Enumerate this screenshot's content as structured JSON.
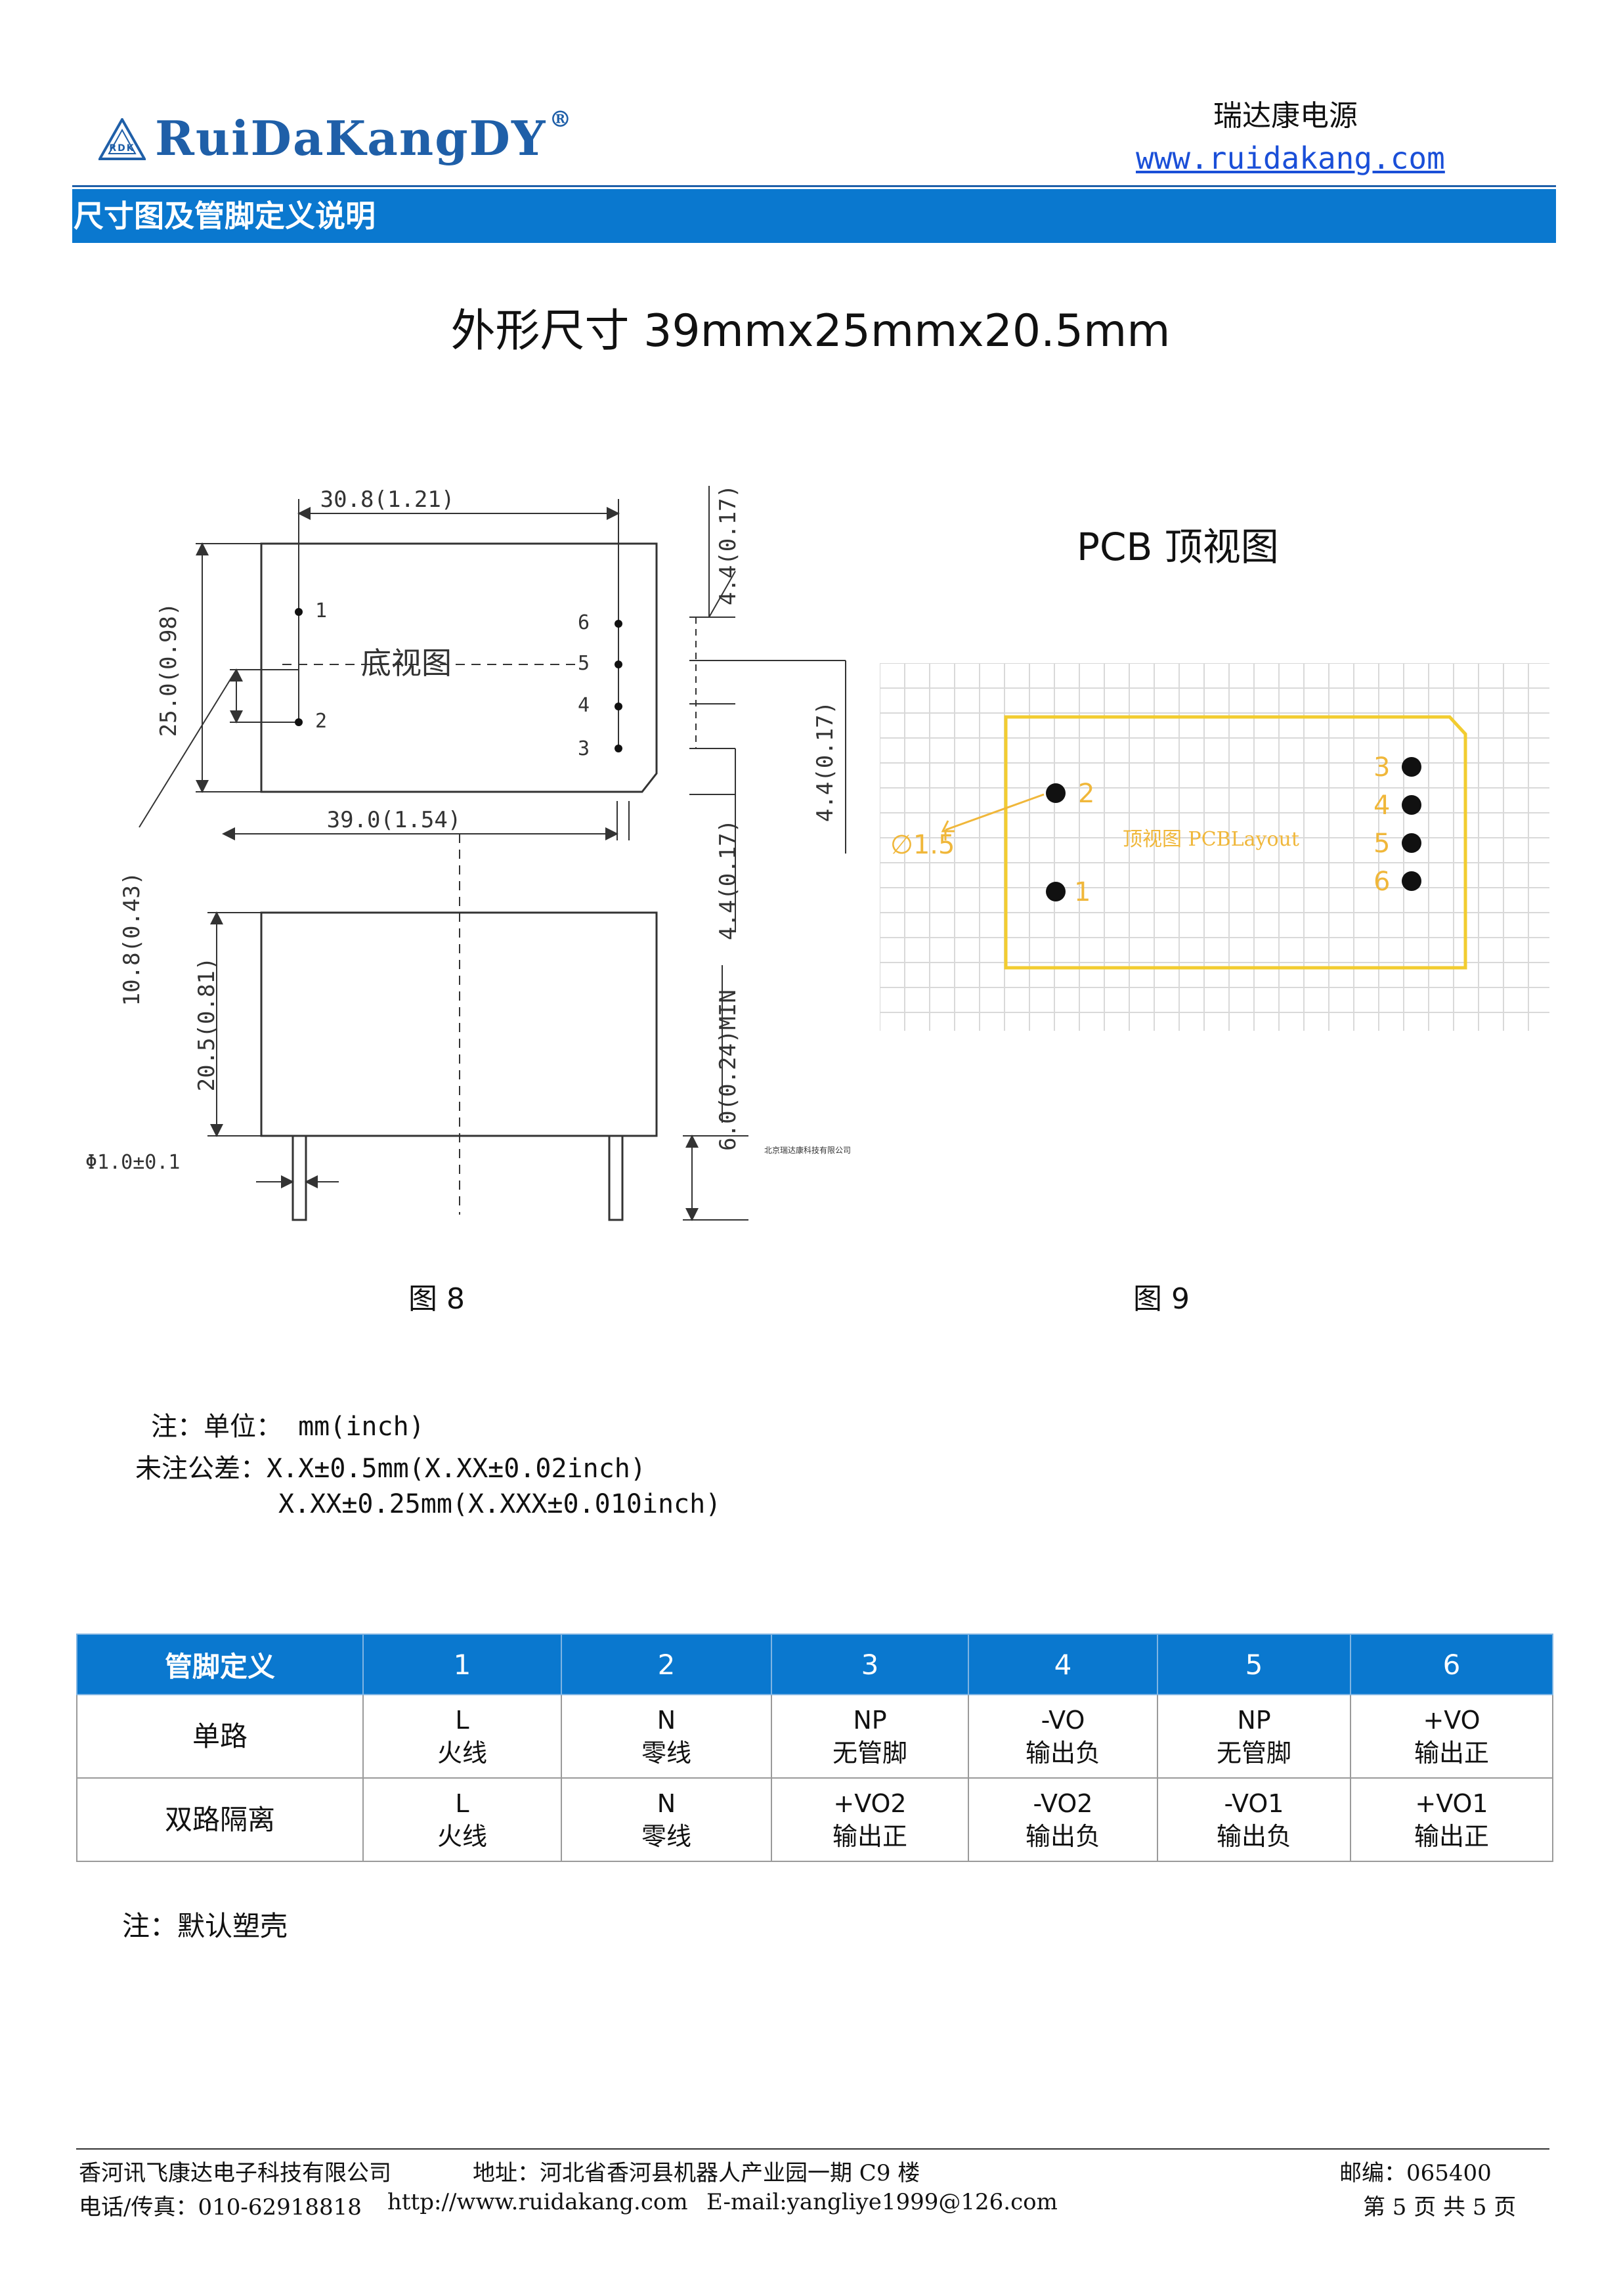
{
  "header": {
    "logo_text": "RuiDaKangDY",
    "logo_mark": "RDK",
    "company_cn": "瑞达康电源",
    "website": "www.ruidakang.com"
  },
  "section_title": "尺寸图及管脚定义说明",
  "main_title": "外形尺寸 39mmx25mmx20.5mm",
  "dimension_drawing": {
    "dim_top_width": "30.8(1.21)",
    "dim_height_left": "25.0(0.98)",
    "dim_pin_offset": "10.8(0.43)",
    "dim_right_top": "4.4(0.17)",
    "dim_right_mid": "4.4(0.17)",
    "dim_right_low": "4.4(0.17)",
    "dim_bottom_width": "39.0(1.54)",
    "bottom_view_label": "底视图",
    "pin_labels": [
      "1",
      "2",
      "3",
      "4",
      "5",
      "6"
    ],
    "dim_body_height": "20.5(0.81)",
    "dim_pin_length": "6.0(0.24)MIN",
    "dim_pin_diameter": "Φ1.0±0.1",
    "small_company_text": "北京瑞达康科技有限公司"
  },
  "pcb": {
    "title": "PCB 顶视图",
    "center_label": "顶视图  PCBLayout",
    "hole_label": "∅1.5",
    "pins": [
      "1",
      "2",
      "3",
      "4",
      "5",
      "6"
    ],
    "colors": {
      "outline": "#f2cc30",
      "pad": "#111111",
      "grid": "#d9d9d9",
      "annotation": "#f0b73a"
    }
  },
  "figure_captions": [
    "图 8",
    "图 9"
  ],
  "notes": {
    "unit": "注：单位： mm(inch)",
    "tolerance_1": "未注公差：X.X±0.5mm(X.XX±0.02inch)",
    "tolerance_2": "X.XX±0.25mm(X.XXX±0.010inch)"
  },
  "pin_table": {
    "headers": [
      "管脚定义",
      "1",
      "2",
      "3",
      "4",
      "5",
      "6"
    ],
    "rows": [
      {
        "label": "单路",
        "cells": [
          [
            "L",
            "火线"
          ],
          [
            "N",
            "零线"
          ],
          [
            "NP",
            "无管脚"
          ],
          [
            "-VO",
            "输出负"
          ],
          [
            "NP",
            "无管脚"
          ],
          [
            "+VO",
            "输出正"
          ]
        ]
      },
      {
        "label": "双路隔离",
        "cells": [
          [
            "L",
            "火线"
          ],
          [
            "N",
            "零线"
          ],
          [
            "+VO2",
            "输出正"
          ],
          [
            "-VO2",
            "输出负"
          ],
          [
            "-VO1",
            "输出负"
          ],
          [
            "+VO1",
            "输出正"
          ]
        ]
      }
    ]
  },
  "note_default": "注：默认塑壳",
  "footer": {
    "company": "香河讯飞康达电子科技有限公司",
    "address": "地址：河北省香河县机器人产业园一期 C9 楼",
    "postcode": "邮编：065400",
    "phone": "电话/传真：010-62918818",
    "url": "http://www.ruidakang.com",
    "email": "E-mail:yangliye1999@126.com",
    "page": "第 5 页 共 5 页"
  }
}
